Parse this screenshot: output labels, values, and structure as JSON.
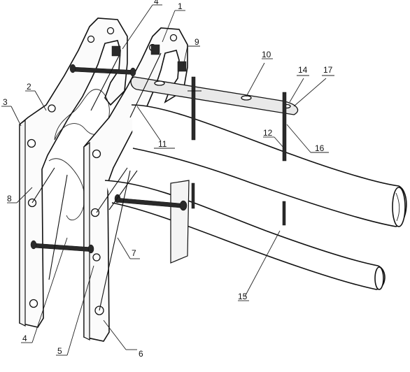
{
  "labels": [
    {
      "id": "1",
      "text": "1"
    },
    {
      "id": "2",
      "text": "2"
    },
    {
      "id": "3",
      "text": "3"
    },
    {
      "id": "4a",
      "text": "4"
    },
    {
      "id": "4b",
      "text": "4"
    },
    {
      "id": "5",
      "text": "5"
    },
    {
      "id": "6",
      "text": "6"
    },
    {
      "id": "7",
      "text": "7"
    },
    {
      "id": "8",
      "text": "8"
    },
    {
      "id": "9",
      "text": "9"
    },
    {
      "id": "10",
      "text": "10"
    },
    {
      "id": "11",
      "text": "11"
    },
    {
      "id": "12",
      "text": "12"
    },
    {
      "id": "14",
      "text": "14"
    },
    {
      "id": "15",
      "text": "15"
    },
    {
      "id": "16",
      "text": "16"
    },
    {
      "id": "17",
      "text": "17"
    }
  ]
}
